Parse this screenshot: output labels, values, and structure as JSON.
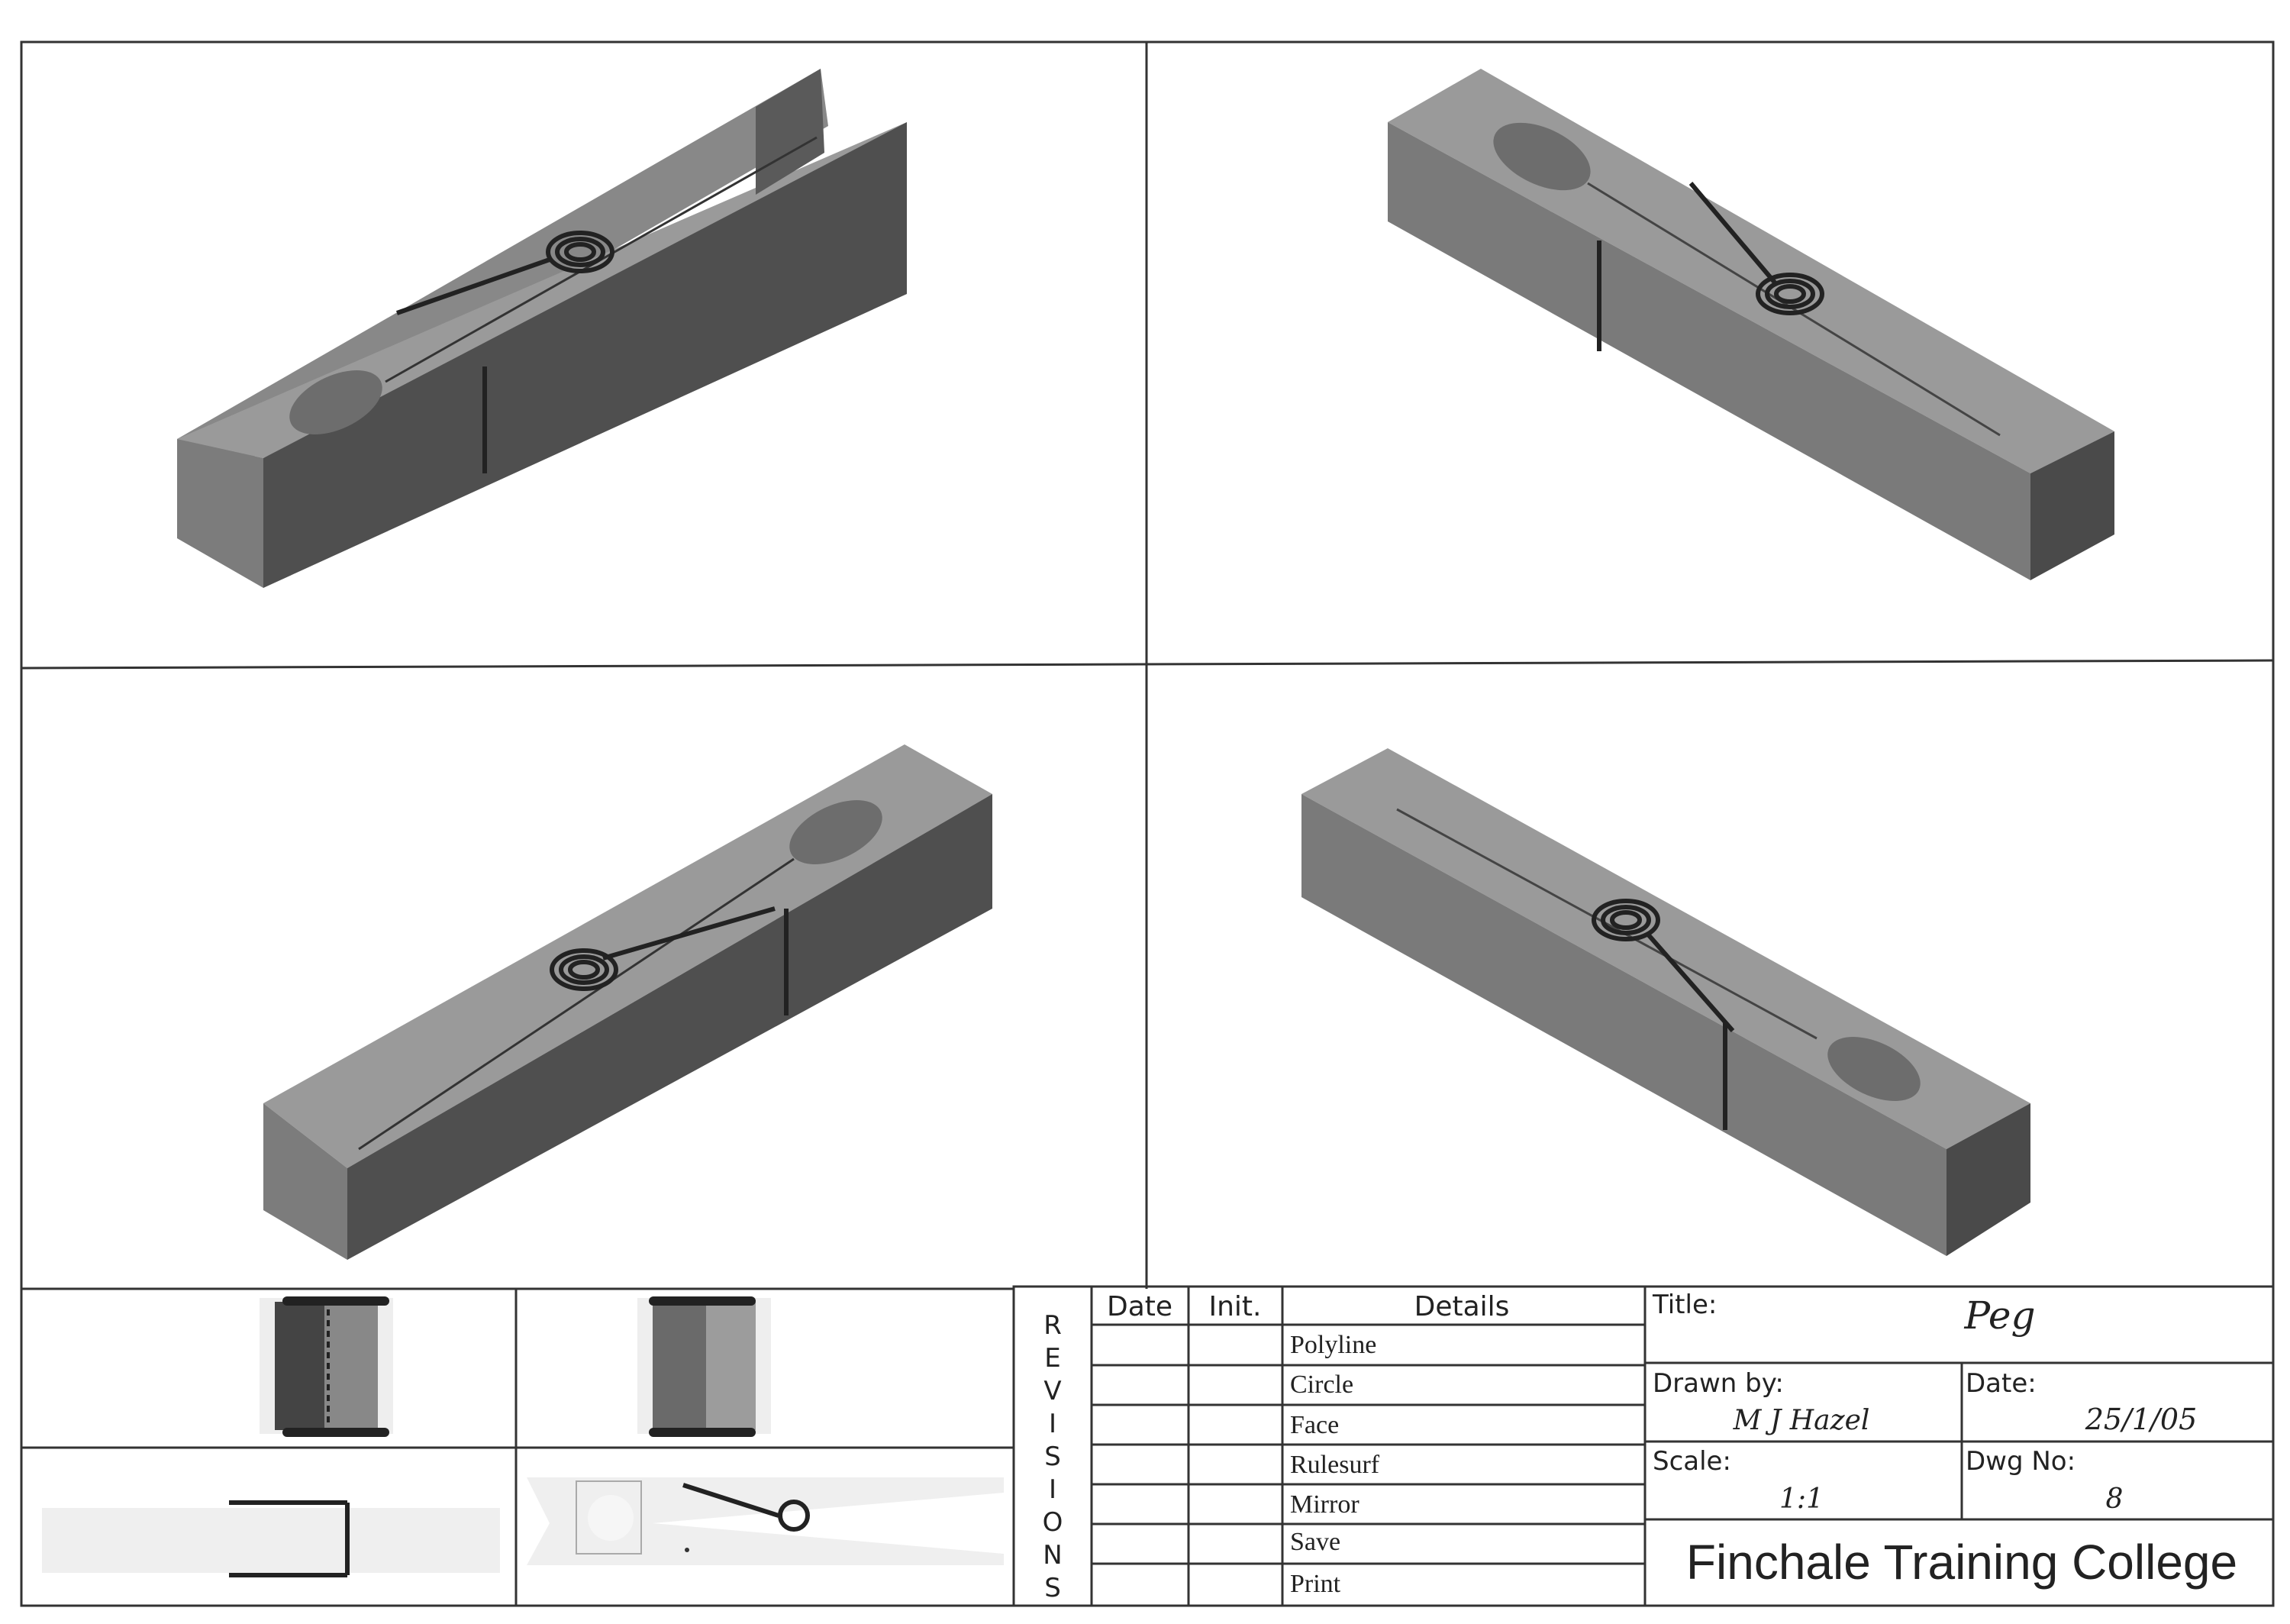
{
  "revisions": {
    "label_letters": [
      "R",
      "E",
      "V",
      "I",
      "S",
      "I",
      "O",
      "N",
      "S"
    ],
    "headers": {
      "date": "Date",
      "init": "Init.",
      "details": "Details"
    },
    "details": [
      "Polyline",
      "Circle",
      "Face",
      "Rulesurf",
      "Mirror",
      "Save",
      "Print"
    ]
  },
  "title_block": {
    "title_label": "Title:",
    "title_value": "Peg",
    "drawn_by_label": "Drawn by:",
    "drawn_by_value": "M J Hazel",
    "date_label": "Date:",
    "date_value": "25/1/05",
    "scale_label": "Scale:",
    "scale_value": "1:1",
    "dwg_no_label": "Dwg No:",
    "dwg_no_value": "8",
    "college": "Finchale Training College"
  },
  "colors": {
    "face_light": "#8e8e8e",
    "face_mid": "#777777",
    "face_dark": "#4e4e4e",
    "spring": "#222222",
    "line": "#333333"
  }
}
